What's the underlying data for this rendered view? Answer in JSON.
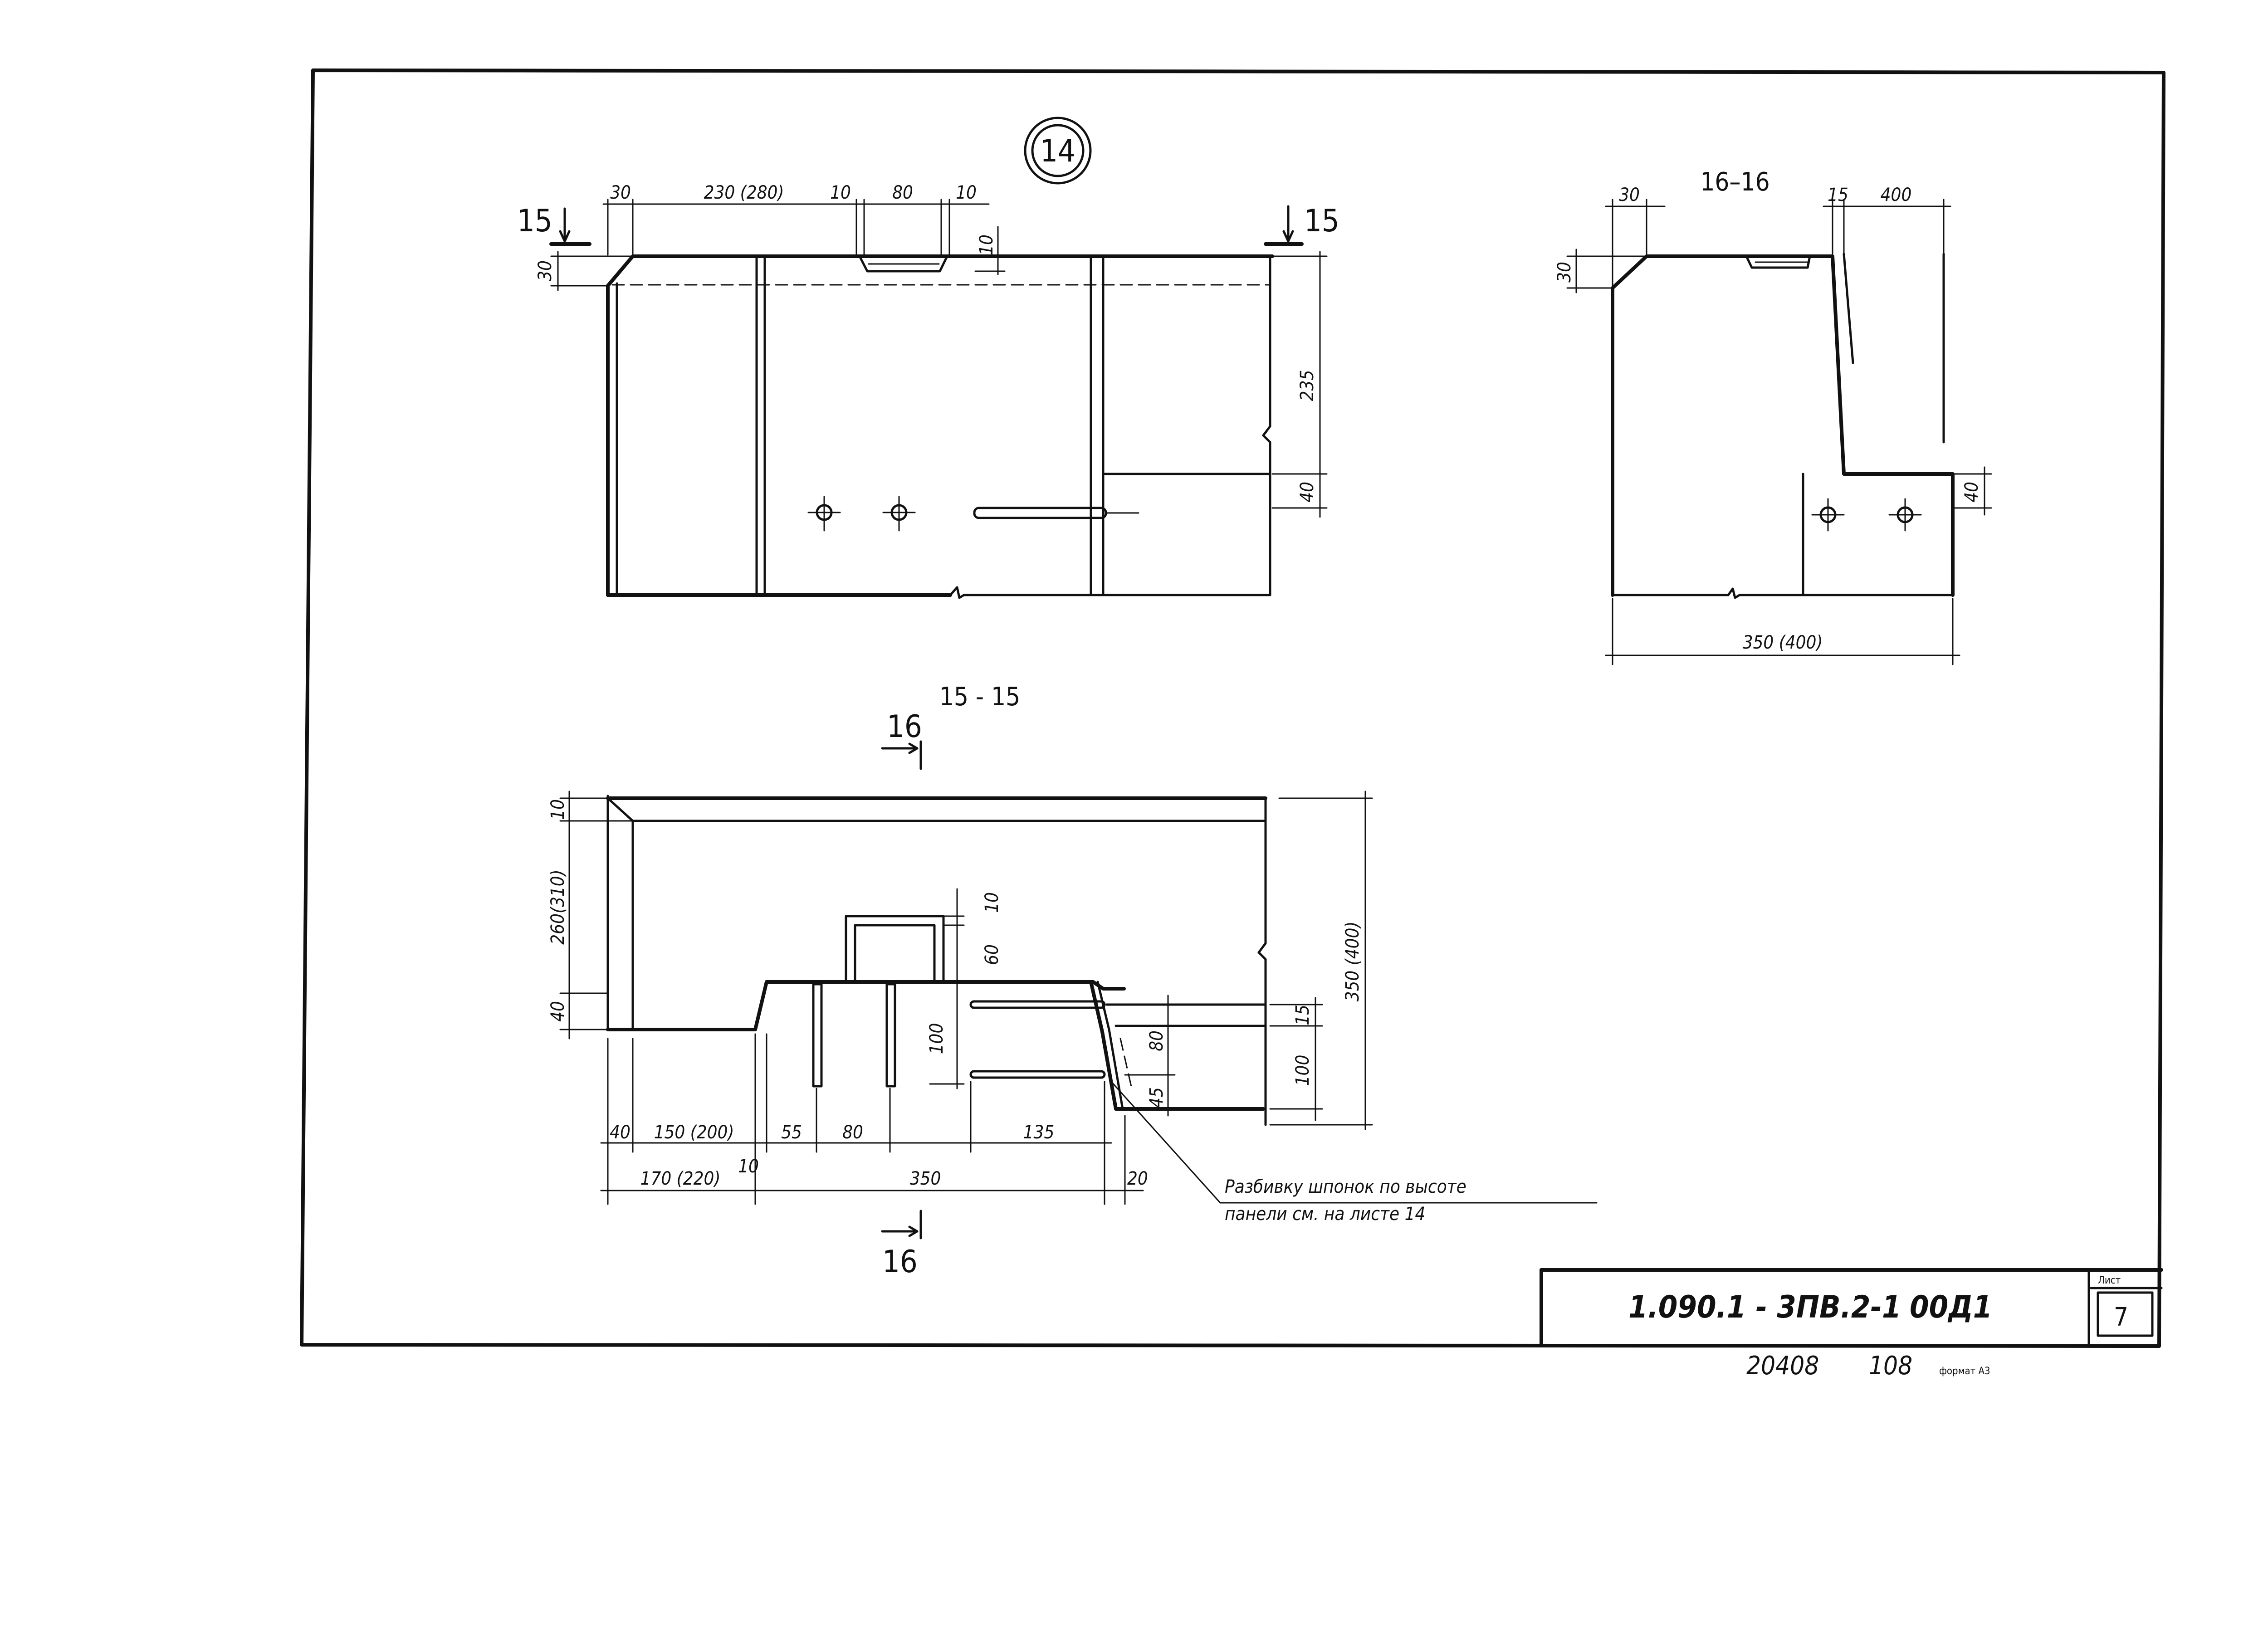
{
  "detail_marker": "14",
  "view_elevation": {
    "section_mark": "15",
    "dims": {
      "d30": "30",
      "d230": "230 (280)",
      "d10a": "10",
      "d80": "80",
      "d10b": "10",
      "d10v": "10",
      "d30v": "30",
      "d235": "235",
      "d40": "40"
    }
  },
  "view_16": {
    "title": "16–16",
    "dims": {
      "d30": "30",
      "d15": "15",
      "d400": "400",
      "d30v": "30",
      "d40": "40",
      "d350": "350 (400)"
    }
  },
  "view_15": {
    "title": "15 - 15",
    "section_mark": "16",
    "dims": {
      "d10v": "10",
      "d260": "260(310)",
      "d40v": "40",
      "d10t": "10",
      "d60": "60",
      "d100l": "100",
      "d15": "15",
      "d80v": "80",
      "d45": "45",
      "d350v": "350 (400)",
      "d100r": "100",
      "d40h": "40",
      "d150": "150 (200)",
      "d55": "55",
      "d80h": "80",
      "d135": "135",
      "d170": "170 (220)",
      "d10h": "10",
      "d350h": "350",
      "d20": "20"
    },
    "note_line1": "Разбивку шпонок по высоте",
    "note_line2": "панели см. на листе 14"
  },
  "title_block": {
    "code": "1.090.1 - 3ПВ.2-1",
    "doc": "00Д1",
    "sheet_label": "Лист",
    "sheet_no": "7"
  },
  "footer": {
    "inv": "20408",
    "page": "108",
    "format": "формат А3"
  }
}
